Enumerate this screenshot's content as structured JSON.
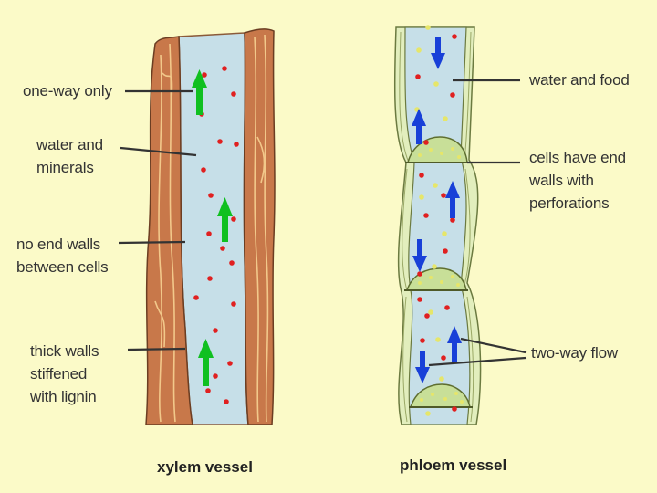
{
  "colors": {
    "background": "#fbfac8",
    "wood": "#c8784a",
    "wood_grain": "#f2c88a",
    "water": "#c6dfe8",
    "phloem_wall": "#e2eebd",
    "end_wall": "#c8df98",
    "red_dot": "#e02020",
    "yellow_dot": "#e6e66a",
    "green_arrow": "#10c020",
    "blue_arrow": "#1840d8",
    "pointer": "#333333"
  },
  "xylem": {
    "labels": {
      "one_way": "one-way only",
      "water_minerals": "water and\nminerals",
      "no_end_walls": "no end walls\nbetween cells",
      "thick_walls": "thick walls\nstiffened\nwith lignin"
    },
    "caption": "xylem vessel",
    "arrow_icon": "green-up-arrow"
  },
  "phloem": {
    "labels": {
      "water_food": "water and food",
      "end_walls": "cells have end\nwalls with\nperforations",
      "two_way": "two-way flow"
    },
    "caption": "phloem vessel",
    "arrow_icon": "blue-arrow"
  }
}
